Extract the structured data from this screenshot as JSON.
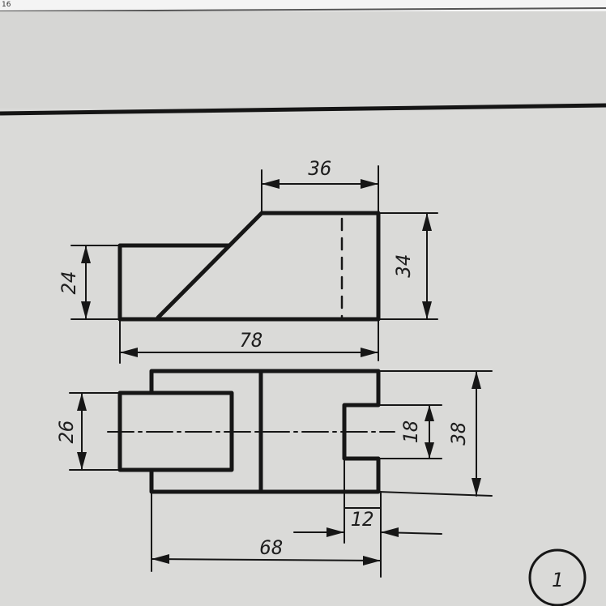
{
  "header": {
    "corner_label": "16"
  },
  "drawing": {
    "front_view": {
      "top_width": "36",
      "right_height": "34",
      "left_height": "24",
      "overall_width": "78"
    },
    "top_view": {
      "boss_width": "26",
      "slot_width": "18",
      "overall_depth": "38",
      "slot_depth": "12",
      "body_length": "68"
    },
    "problem_number": "1"
  }
}
